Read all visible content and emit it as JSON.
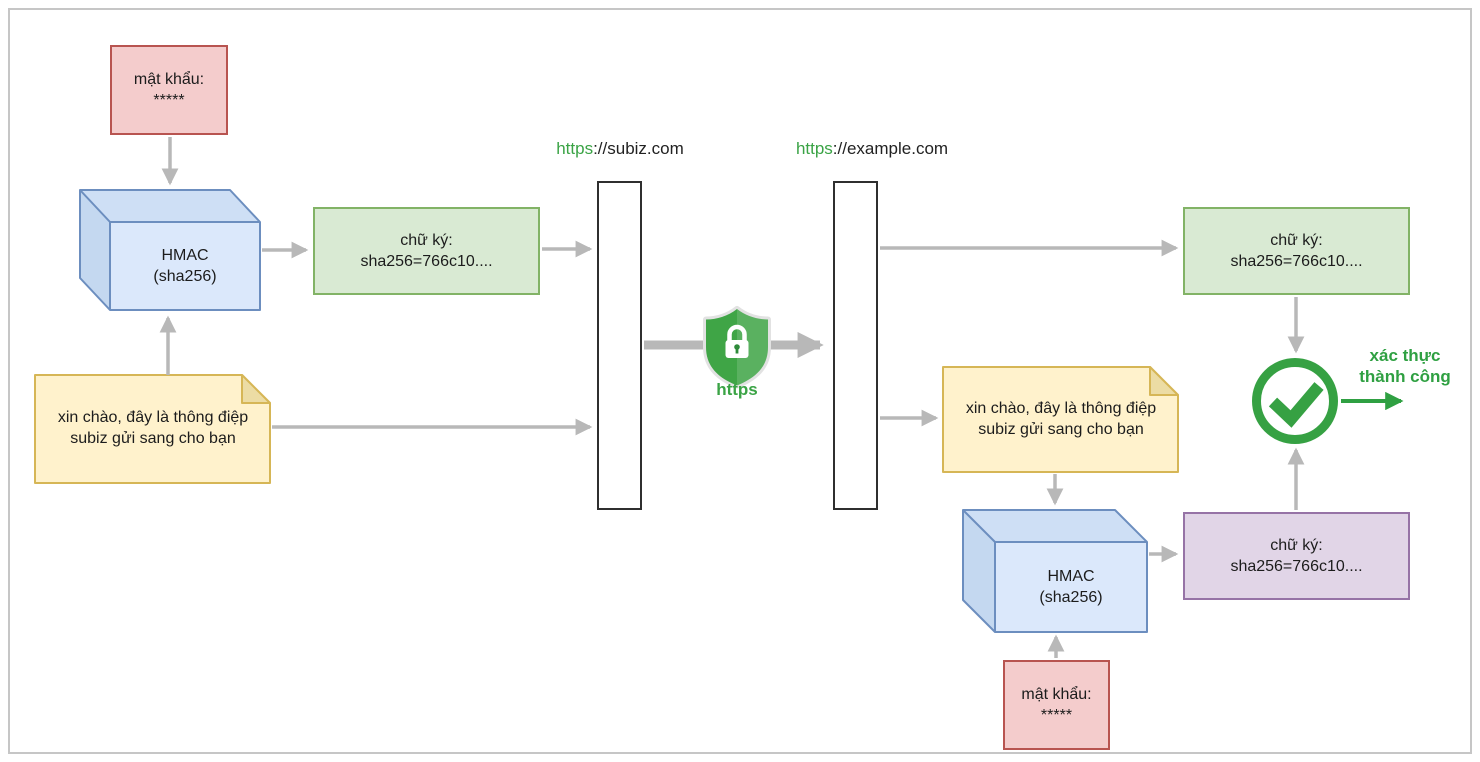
{
  "servers": {
    "left": {
      "protocol": "https",
      "host": "://subiz.com"
    },
    "right": {
      "protocol": "https",
      "host": "://example.com"
    }
  },
  "nodes": {
    "password": {
      "label": "mật khẩu:",
      "value": "*****"
    },
    "hmac": {
      "name": "HMAC",
      "algo": "(sha256)"
    },
    "signature": {
      "label": "chữ ký:",
      "value": "sha256=766c10...."
    },
    "message": {
      "line1": "xin chào, đây là thông điệp",
      "line2": "subiz gửi sang cho bạn"
    }
  },
  "middle": {
    "https_badge": "https"
  },
  "result": {
    "line1": "xác thực",
    "line2": "thành công"
  },
  "icons": {
    "shield": "shield-lock-icon",
    "check": "check-circle-icon"
  },
  "colors": {
    "password_fill": "#f4cccc",
    "password_border": "#b85450",
    "hmac_fill": "#dae8fc",
    "hmac_border": "#6c8ebf",
    "signature_fill": "#d9ead3",
    "signature_border": "#82b366",
    "signature_computed_fill": "#e1d5e7",
    "signature_computed_border": "#9673a6",
    "note_fill": "#fff2cc",
    "note_fold": "#ecdca4",
    "note_border": "#d6b656",
    "wall_border": "#2f2f2f",
    "arrow_gray": "#b8b8b8",
    "green": "#3aa345",
    "frame_border": "#c6c6c6",
    "text": "#1c1c1c"
  }
}
